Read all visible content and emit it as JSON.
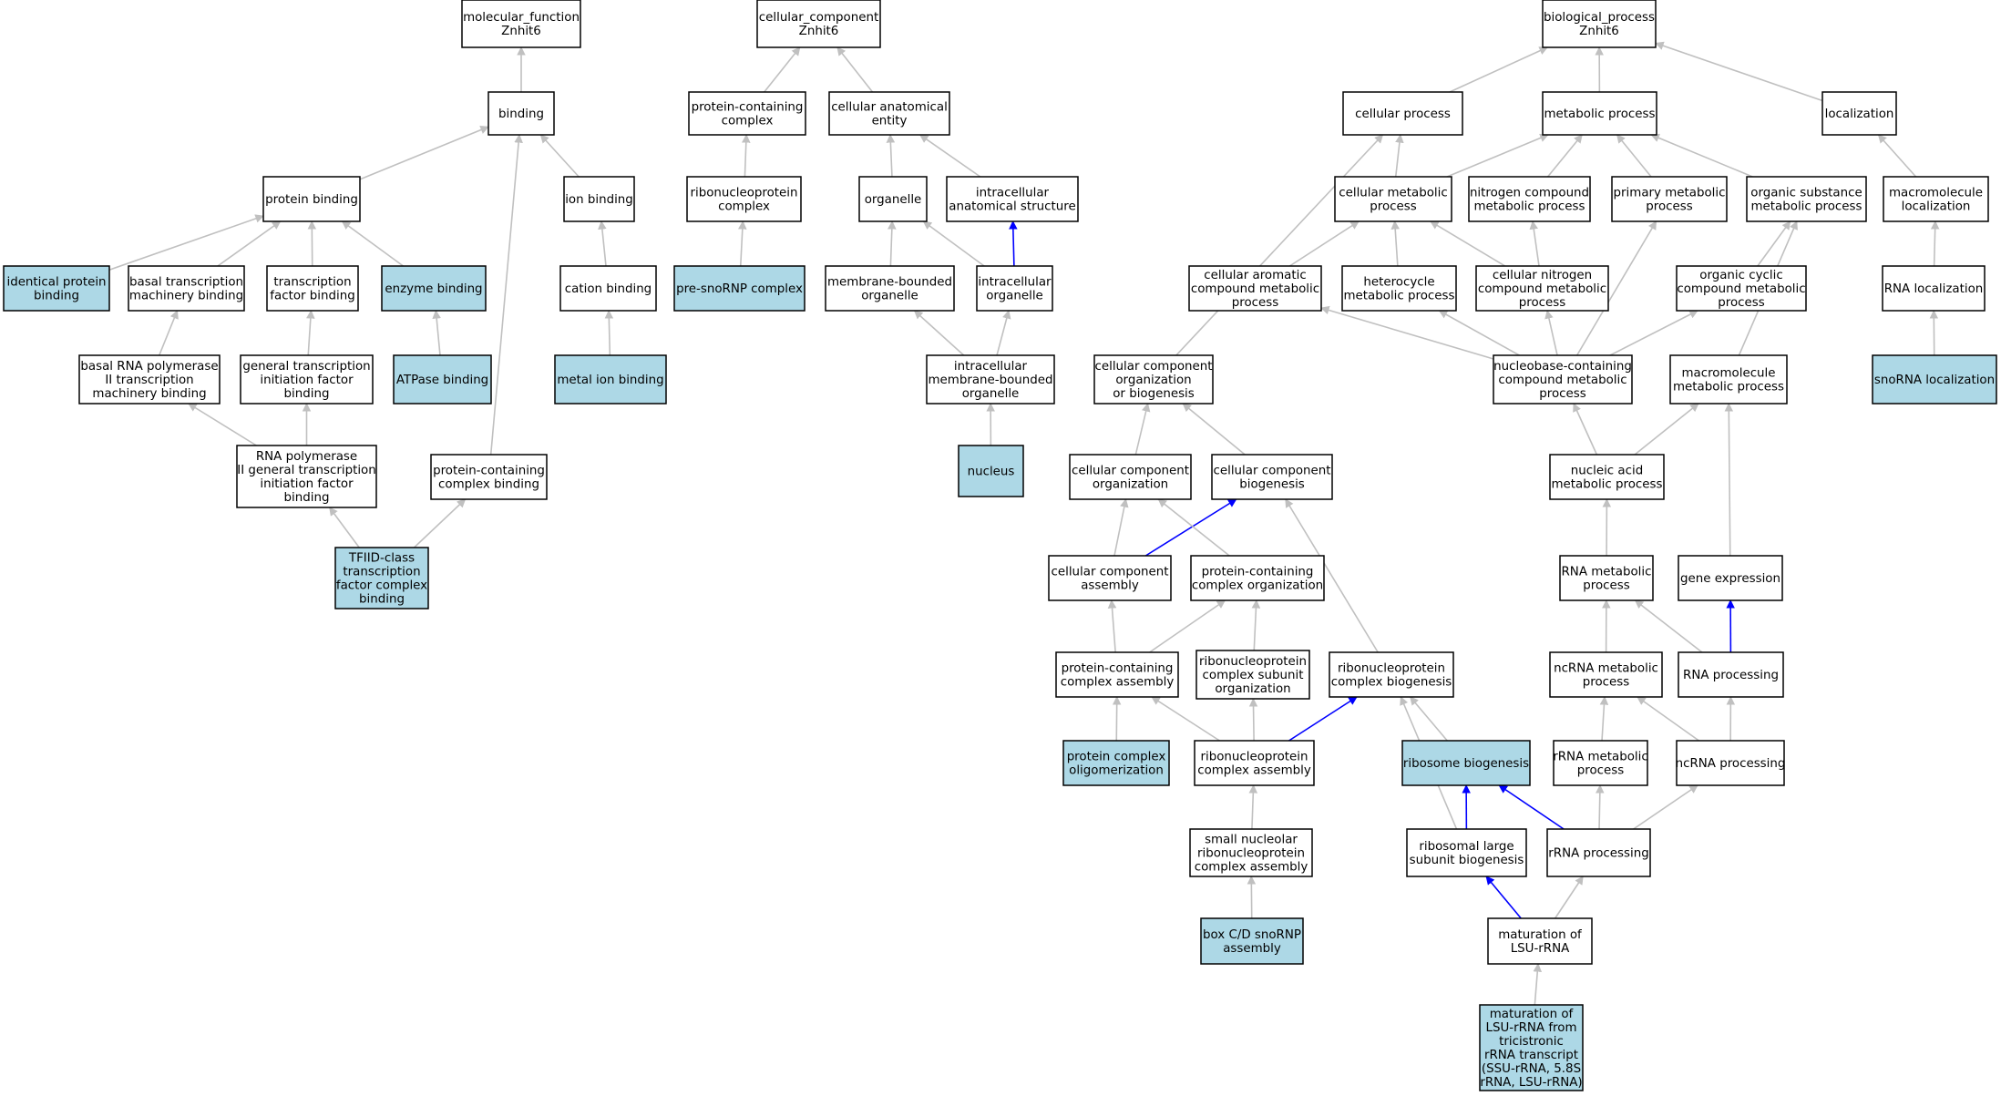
{
  "colors": {
    "leaf": "#add8e6",
    "node": "#ffffff",
    "edge": "#c0c0c0",
    "highlight": "#0000ff",
    "border": "#000000"
  },
  "nodes": {
    "mf_root": {
      "lines": [
        "molecular_function",
        "Znhit6"
      ]
    },
    "binding": {
      "lines": [
        "binding"
      ]
    },
    "protein_binding": {
      "lines": [
        "protein binding"
      ]
    },
    "ion_binding": {
      "lines": [
        "ion binding"
      ]
    },
    "identical_protein_binding": {
      "lines": [
        "identical protein",
        "binding"
      ],
      "leaf": true
    },
    "basal_tx_binding": {
      "lines": [
        "basal transcription",
        "machinery binding"
      ]
    },
    "tf_binding": {
      "lines": [
        "transcription",
        "factor binding"
      ]
    },
    "enzyme_binding": {
      "lines": [
        "enzyme binding"
      ],
      "leaf": true
    },
    "cation_binding": {
      "lines": [
        "cation binding"
      ]
    },
    "basal_rnapii": {
      "lines": [
        "basal RNA polymerase",
        "II transcription",
        "machinery binding"
      ]
    },
    "gen_tx_init": {
      "lines": [
        "general transcription",
        "initiation factor",
        "binding"
      ]
    },
    "atpase_binding": {
      "lines": [
        "ATPase binding"
      ],
      "leaf": true
    },
    "metal_ion_binding": {
      "lines": [
        "metal ion binding"
      ],
      "leaf": true
    },
    "rnapii_gen": {
      "lines": [
        "RNA polymerase",
        "II general transcription",
        "initiation factor",
        "binding"
      ]
    },
    "pc_complex_binding": {
      "lines": [
        "protein-containing",
        "complex binding"
      ]
    },
    "tfiid": {
      "lines": [
        "TFIID-class",
        "transcription",
        "factor complex",
        "binding"
      ],
      "leaf": true
    },
    "cc_root": {
      "lines": [
        "cellular_component",
        "Znhit6"
      ]
    },
    "pc_complex": {
      "lines": [
        "protein-containing",
        "complex"
      ]
    },
    "cell_anat": {
      "lines": [
        "cellular anatomical",
        "entity"
      ]
    },
    "rnp_complex": {
      "lines": [
        "ribonucleoprotein",
        "complex"
      ]
    },
    "organelle": {
      "lines": [
        "organelle"
      ]
    },
    "intra_anat": {
      "lines": [
        "intracellular",
        "anatomical structure"
      ]
    },
    "pre_snornp": {
      "lines": [
        "pre-snoRNP complex"
      ],
      "leaf": true
    },
    "mem_organelle": {
      "lines": [
        "membrane-bounded",
        "organelle"
      ]
    },
    "intra_organelle": {
      "lines": [
        "intracellular",
        "organelle"
      ]
    },
    "intra_mem_organelle": {
      "lines": [
        "intracellular",
        "membrane-bounded",
        "organelle"
      ]
    },
    "nucleus": {
      "lines": [
        "nucleus"
      ],
      "leaf": true
    },
    "bp_root": {
      "lines": [
        "biological_process",
        "Znhit6"
      ]
    },
    "cell_proc": {
      "lines": [
        "cellular process"
      ]
    },
    "met_proc": {
      "lines": [
        "metabolic process"
      ]
    },
    "localization": {
      "lines": [
        "localization"
      ]
    },
    "cell_met": {
      "lines": [
        "cellular metabolic",
        "process"
      ]
    },
    "nitro_met": {
      "lines": [
        "nitrogen compound",
        "metabolic process"
      ]
    },
    "prim_met": {
      "lines": [
        "primary metabolic",
        "process"
      ]
    },
    "org_sub_met": {
      "lines": [
        "organic substance",
        "metabolic process"
      ]
    },
    "macro_loc": {
      "lines": [
        "macromolecule",
        "localization"
      ]
    },
    "cell_arom": {
      "lines": [
        "cellular aromatic",
        "compound metabolic",
        "process"
      ]
    },
    "hetero_met": {
      "lines": [
        "heterocycle",
        "metabolic process"
      ]
    },
    "cell_nitro": {
      "lines": [
        "cellular nitrogen",
        "compound metabolic",
        "process"
      ]
    },
    "org_cyc": {
      "lines": [
        "organic cyclic",
        "compound metabolic",
        "process"
      ]
    },
    "rna_loc": {
      "lines": [
        "RNA localization"
      ]
    },
    "cc_org_bio": {
      "lines": [
        "cellular component",
        "organization",
        "or biogenesis"
      ]
    },
    "nucleobase": {
      "lines": [
        "nucleobase-containing",
        "compound metabolic",
        "process"
      ]
    },
    "macro_met": {
      "lines": [
        "macromolecule",
        "metabolic process"
      ]
    },
    "snorna_loc": {
      "lines": [
        "snoRNA localization"
      ],
      "leaf": true
    },
    "cc_org": {
      "lines": [
        "cellular component",
        "organization"
      ]
    },
    "cc_bio": {
      "lines": [
        "cellular component",
        "biogenesis"
      ]
    },
    "nucleic_met": {
      "lines": [
        "nucleic acid",
        "metabolic process"
      ]
    },
    "cc_assembly": {
      "lines": [
        "cellular component",
        "assembly"
      ]
    },
    "pc_org": {
      "lines": [
        "protein-containing",
        "complex organization"
      ]
    },
    "rna_met": {
      "lines": [
        "RNA metabolic",
        "process"
      ]
    },
    "gene_expr": {
      "lines": [
        "gene expression"
      ]
    },
    "pc_assembly": {
      "lines": [
        "protein-containing",
        "complex assembly"
      ]
    },
    "rnp_sub_org": {
      "lines": [
        "ribonucleoprotein",
        "complex subunit",
        "organization"
      ]
    },
    "rnp_bio": {
      "lines": [
        "ribonucleoprotein",
        "complex biogenesis"
      ]
    },
    "ncrna_met": {
      "lines": [
        "ncRNA metabolic",
        "process"
      ]
    },
    "rna_proc": {
      "lines": [
        "RNA processing"
      ]
    },
    "prot_oligo": {
      "lines": [
        "protein complex",
        "oligomerization"
      ],
      "leaf": true
    },
    "rnp_assembly": {
      "lines": [
        "ribonucleoprotein",
        "complex assembly"
      ]
    },
    "ribo_bio": {
      "lines": [
        "ribosome biogenesis"
      ],
      "leaf": true
    },
    "rrna_met": {
      "lines": [
        "rRNA metabolic",
        "process"
      ]
    },
    "ncrna_proc": {
      "lines": [
        "ncRNA processing"
      ]
    },
    "snornp_assembly": {
      "lines": [
        "small nucleolar",
        "ribonucleoprotein",
        "complex assembly"
      ]
    },
    "ribo_large": {
      "lines": [
        "ribosomal large",
        "subunit biogenesis"
      ]
    },
    "rrna_proc": {
      "lines": [
        "rRNA processing"
      ]
    },
    "box_cd": {
      "lines": [
        "box C/D snoRNP",
        "assembly"
      ],
      "leaf": true
    },
    "lsu_mat": {
      "lines": [
        "maturation of",
        "LSU-rRNA"
      ]
    },
    "lsu_tri": {
      "lines": [
        "maturation of",
        "LSU-rRNA from",
        "tricistronic",
        "rRNA transcript",
        "(SSU-rRNA, 5.8S",
        "rRNA, LSU-rRNA)"
      ],
      "leaf": true
    }
  },
  "edges": [
    [
      "binding",
      "mf_root"
    ],
    [
      "protein_binding",
      "binding"
    ],
    [
      "ion_binding",
      "binding"
    ],
    [
      "identical_protein_binding",
      "protein_binding"
    ],
    [
      "basal_tx_binding",
      "protein_binding"
    ],
    [
      "tf_binding",
      "protein_binding"
    ],
    [
      "enzyme_binding",
      "protein_binding"
    ],
    [
      "cation_binding",
      "ion_binding"
    ],
    [
      "basal_rnapii",
      "basal_tx_binding"
    ],
    [
      "gen_tx_init",
      "tf_binding"
    ],
    [
      "atpase_binding",
      "enzyme_binding"
    ],
    [
      "metal_ion_binding",
      "cation_binding"
    ],
    [
      "rnapii_gen",
      "basal_rnapii"
    ],
    [
      "rnapii_gen",
      "gen_tx_init"
    ],
    [
      "pc_complex_binding",
      "binding"
    ],
    [
      "tfiid",
      "rnapii_gen"
    ],
    [
      "tfiid",
      "pc_complex_binding"
    ],
    [
      "pc_complex",
      "cc_root"
    ],
    [
      "cell_anat",
      "cc_root"
    ],
    [
      "rnp_complex",
      "pc_complex"
    ],
    [
      "organelle",
      "cell_anat"
    ],
    [
      "intra_anat",
      "cell_anat"
    ],
    [
      "pre_snornp",
      "rnp_complex"
    ],
    [
      "mem_organelle",
      "organelle"
    ],
    [
      "intra_organelle",
      "organelle"
    ],
    [
      "intra_organelle",
      "intra_anat",
      true
    ],
    [
      "intra_mem_organelle",
      "mem_organelle"
    ],
    [
      "intra_mem_organelle",
      "intra_organelle"
    ],
    [
      "nucleus",
      "intra_mem_organelle"
    ],
    [
      "cell_proc",
      "bp_root"
    ],
    [
      "met_proc",
      "bp_root"
    ],
    [
      "localization",
      "bp_root"
    ],
    [
      "cell_met",
      "cell_proc"
    ],
    [
      "cell_met",
      "met_proc"
    ],
    [
      "nitro_met",
      "met_proc"
    ],
    [
      "prim_met",
      "met_proc"
    ],
    [
      "org_sub_met",
      "met_proc"
    ],
    [
      "macro_loc",
      "localization"
    ],
    [
      "cell_arom",
      "cell_met"
    ],
    [
      "hetero_met",
      "cell_met"
    ],
    [
      "cell_nitro",
      "cell_met"
    ],
    [
      "cell_nitro",
      "nitro_met"
    ],
    [
      "org_cyc",
      "org_sub_met"
    ],
    [
      "rna_loc",
      "macro_loc"
    ],
    [
      "snorna_loc",
      "rna_loc"
    ],
    [
      "cc_org_bio",
      "cell_proc"
    ],
    [
      "nucleobase",
      "cell_arom"
    ],
    [
      "nucleobase",
      "hetero_met"
    ],
    [
      "nucleobase",
      "cell_nitro"
    ],
    [
      "nucleobase",
      "org_cyc"
    ],
    [
      "nucleobase",
      "prim_met"
    ],
    [
      "macro_met",
      "org_sub_met"
    ],
    [
      "cc_org",
      "cc_org_bio"
    ],
    [
      "cc_bio",
      "cc_org_bio"
    ],
    [
      "nucleic_met",
      "nucleobase"
    ],
    [
      "nucleic_met",
      "macro_met"
    ],
    [
      "cc_assembly",
      "cc_org"
    ],
    [
      "cc_assembly",
      "cc_bio",
      true
    ],
    [
      "pc_org",
      "cc_org"
    ],
    [
      "rna_met",
      "nucleic_met"
    ],
    [
      "gene_expr",
      "macro_met"
    ],
    [
      "pc_assembly",
      "cc_assembly"
    ],
    [
      "pc_assembly",
      "pc_org"
    ],
    [
      "rnp_sub_org",
      "pc_org"
    ],
    [
      "rnp_bio",
      "cc_bio"
    ],
    [
      "ncrna_met",
      "rna_met"
    ],
    [
      "rna_proc",
      "rna_met"
    ],
    [
      "rna_proc",
      "gene_expr",
      true
    ],
    [
      "prot_oligo",
      "pc_assembly"
    ],
    [
      "rnp_assembly",
      "pc_assembly"
    ],
    [
      "rnp_assembly",
      "rnp_sub_org"
    ],
    [
      "rnp_assembly",
      "rnp_bio",
      true
    ],
    [
      "ribo_bio",
      "rnp_bio"
    ],
    [
      "rrna_met",
      "ncrna_met"
    ],
    [
      "ncrna_proc",
      "ncrna_met"
    ],
    [
      "ncrna_proc",
      "rna_proc"
    ],
    [
      "snornp_assembly",
      "rnp_assembly"
    ],
    [
      "ribo_large",
      "ribo_bio",
      true
    ],
    [
      "ribo_large",
      "rnp_bio"
    ],
    [
      "rrna_proc",
      "ribo_bio",
      true
    ],
    [
      "rrna_proc",
      "rrna_met"
    ],
    [
      "rrna_proc",
      "ncrna_proc"
    ],
    [
      "box_cd",
      "snornp_assembly"
    ],
    [
      "lsu_mat",
      "ribo_large",
      true
    ],
    [
      "lsu_mat",
      "rrna_proc"
    ],
    [
      "lsu_tri",
      "lsu_mat"
    ]
  ]
}
